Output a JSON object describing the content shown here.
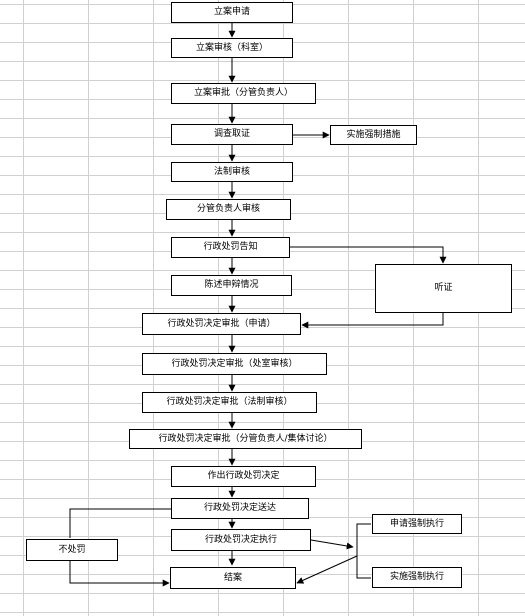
{
  "steps": {
    "application": "立案申请",
    "review_section": "立案审核（科室）",
    "approval_leader": "立案审批（分管负责人）",
    "investigation": "调查取证",
    "coercive_measures": "实施强制措施",
    "legal_review": "法制审核",
    "leader_review": "分管负责人审核",
    "notice": "行政处罚告知",
    "hearing": "听证",
    "defense": "陈述申辩情况",
    "decision_apply": "行政处罚决定审批（申请）",
    "decision_division": "行政处罚决定审批（处室审核）",
    "decision_legal": "行政处罚决定审批（法制审核）",
    "decision_collective": "行政处罚决定审批（分管负责人/集体讨论）",
    "make_decision": "作出行政处罚决定",
    "deliver": "行政处罚决定送达",
    "execute": "行政处罚决定执行",
    "no_penalty": "不处罚",
    "apply_enforcement": "申请强制执行",
    "enforce": "实施强制执行",
    "end": "结案"
  }
}
